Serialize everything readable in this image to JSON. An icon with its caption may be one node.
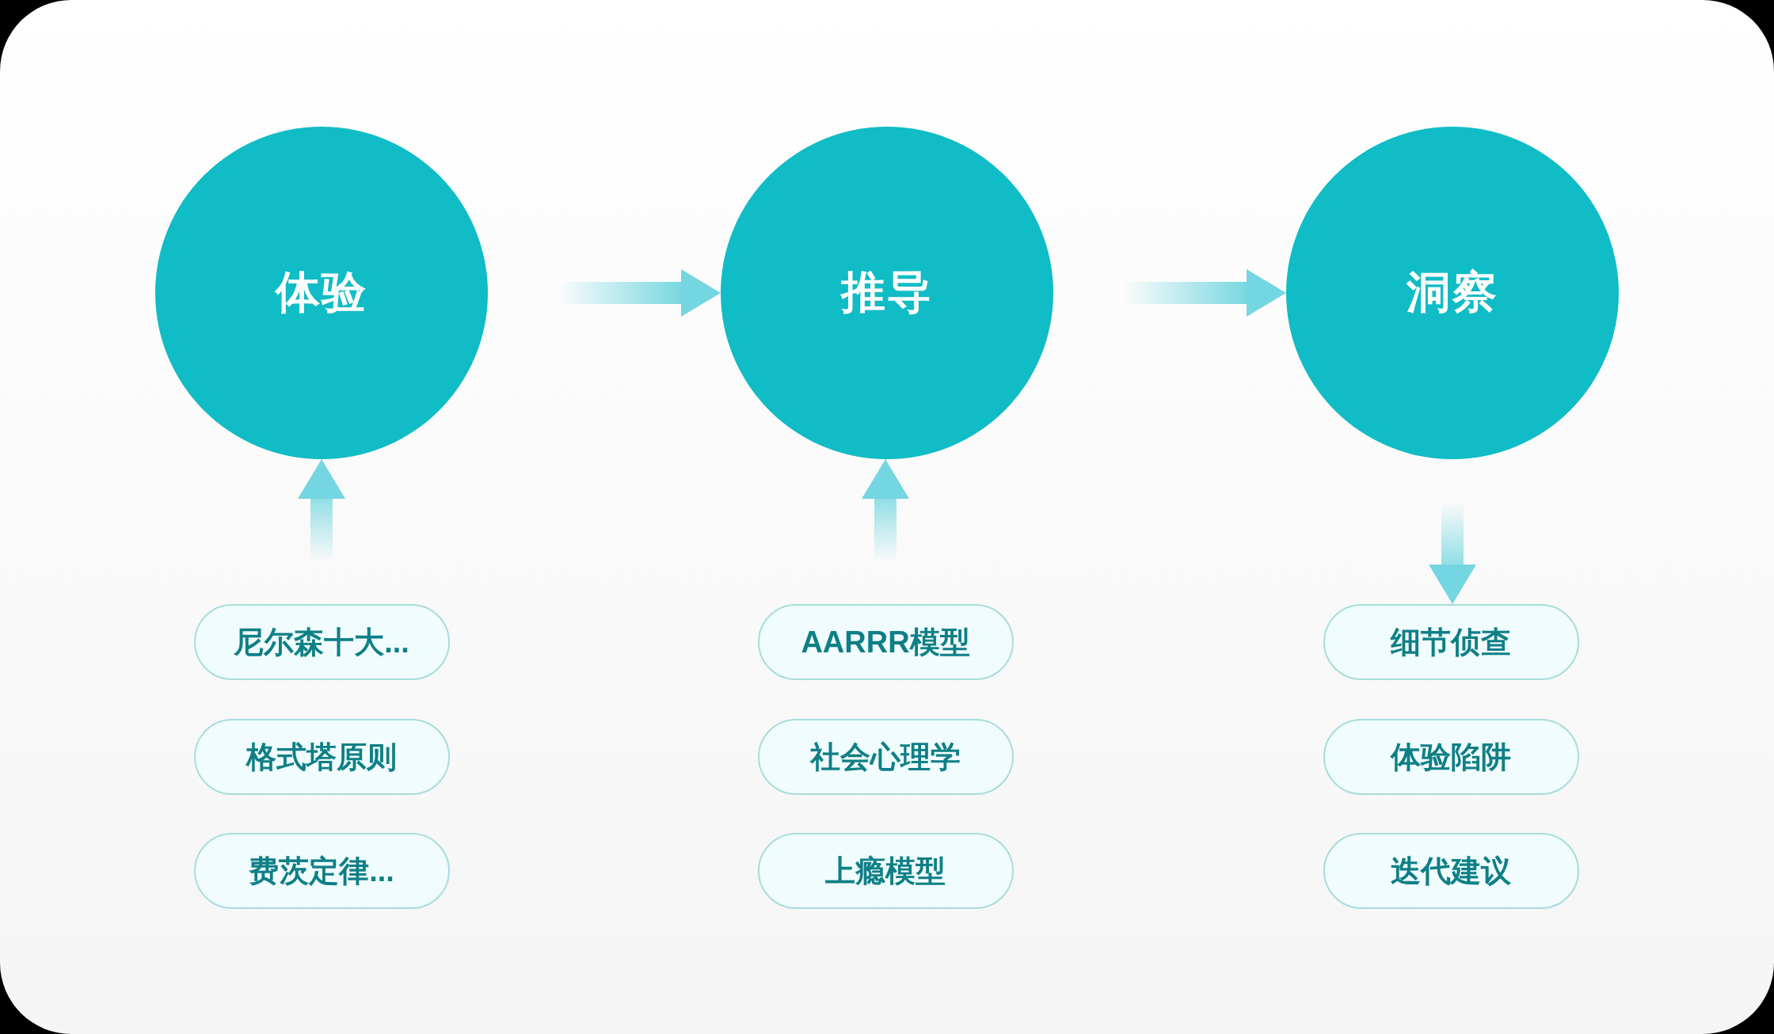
{
  "diagram": {
    "nodes": [
      {
        "text": [
          "体验"
        ]
      },
      {
        "text": [
          "推导"
        ]
      },
      {
        "text": [
          "洞察"
        ]
      },
      {
        "text": [
          "尼尔森十大..."
        ]
      },
      {
        "text": [
          "格式塔原则"
        ]
      },
      {
        "text": [
          "费茨定律..."
        ]
      },
      {
        "text": [
          "AARRR模型"
        ]
      },
      {
        "text": [
          "社会心理学"
        ]
      },
      {
        "text": [
          "上瘾模型"
        ]
      },
      {
        "text": [
          "细节侦查"
        ]
      },
      {
        "text": [
          "体验陷阱"
        ]
      },
      {
        "text": [
          "迭代建议"
        ]
      }
    ],
    "edges": [
      {
        "from": 0,
        "to": 1,
        "arrow": "to"
      },
      {
        "from": 1,
        "to": 2,
        "arrow": "to"
      },
      {
        "from": 3,
        "to": 0,
        "arrow": "to"
      },
      {
        "from": 6,
        "to": 1,
        "arrow": "to"
      },
      {
        "from": 2,
        "to": 9,
        "arrow": "to"
      }
    ]
  }
}
